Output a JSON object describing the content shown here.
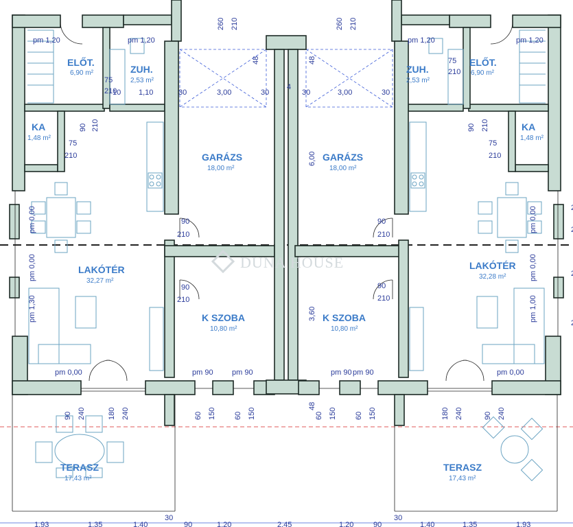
{
  "rooms": {
    "elot_l": {
      "name": "ELŐT.",
      "area": "6,90 m²"
    },
    "zuh_l": {
      "name": "ZUH.",
      "area": "2,53 m²"
    },
    "ka_l": {
      "name": "KA",
      "area": "1,48 m²"
    },
    "garazs_l": {
      "name": "GARÁZS",
      "area": "18,00 m²"
    },
    "lakoter_l": {
      "name": "LAKÓTÉR",
      "area": "32,27 m²"
    },
    "kszoba_l": {
      "name": "K SZOBA",
      "area": "10,80 m²"
    },
    "terasz_l": {
      "name": "TERASZ",
      "area": "17,43 m²"
    },
    "elot_r": {
      "name": "ELŐT.",
      "area": "6,90 m²"
    },
    "zuh_r": {
      "name": "ZUH.",
      "area": "2,53 m²"
    },
    "ka_r": {
      "name": "KA",
      "area": "1,48 m²"
    },
    "garazs_r": {
      "name": "GARÁZS",
      "area": "18,00 m²"
    },
    "lakoter_r": {
      "name": "LAKÓTÉR",
      "area": "32,28 m²"
    },
    "kszoba_r": {
      "name": "K SZOBA",
      "area": "10,80 m²"
    },
    "terasz_r": {
      "name": "TERASZ",
      "area": "17,43 m²"
    }
  },
  "labels": [
    "260",
    "210",
    "260",
    "210",
    "48",
    "48",
    "4",
    "pm 1,20",
    "pm 1,20",
    "pm 1,20",
    "pm 1,20",
    "75",
    "210",
    "75",
    "210",
    "10",
    "1,10",
    "30",
    "3,00",
    "30",
    "30",
    "3,00",
    "30",
    "90",
    "210",
    "75",
    "210",
    "90",
    "210",
    "75",
    "210",
    "6,00",
    "90",
    "210",
    "90",
    "210",
    "pm 0,00",
    "pm 0,00",
    "pm 0,00",
    "pm 0,00",
    "pm 0,00",
    "pm 0,00",
    "90",
    "210",
    "90",
    "210",
    "pm 1,30",
    "3,60",
    "pm 1,00",
    "pm 90",
    "pm 90",
    "pm 90",
    "pm 90",
    "48",
    "90",
    "240",
    "180",
    "240",
    "60",
    "150",
    "60",
    "150",
    "60",
    "150",
    "60",
    "150",
    "180",
    "240",
    "90",
    "240",
    "30",
    "30",
    "1,93",
    "1,35",
    "1,40",
    "90",
    "1,20",
    "2,45",
    "1,20",
    "90",
    "1,40",
    "1,35",
    "1,93",
    "2",
    "2",
    "2",
    "2"
  ],
  "watermark": "DUNA HOUSE",
  "colors": {
    "wall_fill": "#c8dcd3",
    "dimension": "#2a3b9a",
    "room_label": "#3b7bc8",
    "terrace_line": "#e05a5a"
  }
}
